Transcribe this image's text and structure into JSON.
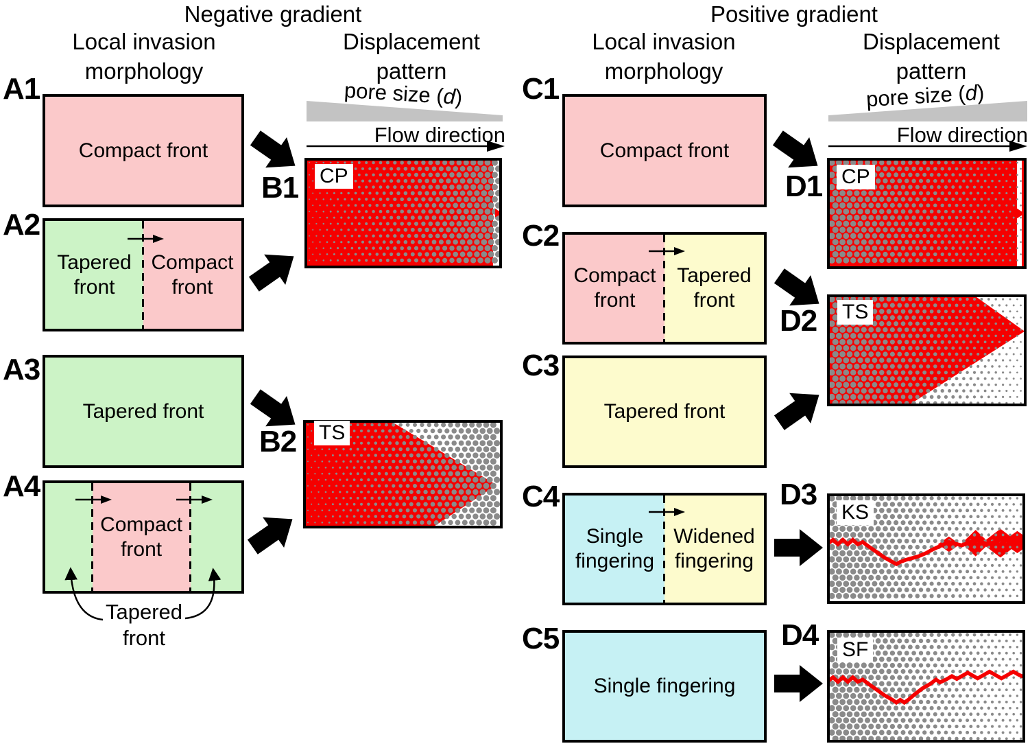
{
  "colors": {
    "compact_pink": "#fbc9ca",
    "tapered_green": "#ccf3c6",
    "tapered_yellow": "#fdfbcd",
    "finger_cyan": "#c6f1f4",
    "invading_red": "#f50000",
    "grain_gray": "#8a8a8a",
    "wedge_gray": "#c3c3c3",
    "text_black": "#000000"
  },
  "left": {
    "title": "Negative gradient",
    "col_morphology": "Local invasion\nmorphology",
    "col_pattern": "Displacement\npattern",
    "pore_prefix": "pore size (",
    "pore_var": "d",
    "pore_suffix": ")",
    "flow_label": "Flow direction"
  },
  "right": {
    "title": "Positive gradient",
    "col_morphology": "Local invasion\nmorphology",
    "col_pattern": "Displacement\npattern",
    "pore_prefix": "pore size (",
    "pore_var": "d",
    "pore_suffix": ")",
    "flow_label": "Flow direction"
  },
  "boxes": {
    "a1": {
      "label": "A1",
      "text": "Compact front"
    },
    "a2": {
      "label": "A2",
      "left_text": "Tapered\nfront",
      "right_text": "Compact\nfront"
    },
    "a3": {
      "label": "A3",
      "text": "Tapered front"
    },
    "a4": {
      "label": "A4",
      "text": "Compact\nfront",
      "annotation": "Tapered\nfront"
    },
    "c1": {
      "label": "C1",
      "text": "Compact front"
    },
    "c2": {
      "label": "C2",
      "left_text": "Compact\nfront",
      "right_text": "Tapered\nfront"
    },
    "c3": {
      "label": "C3",
      "text": "Tapered front"
    },
    "c4": {
      "label": "C4",
      "left_text": "Single\nfingering",
      "right_text": "Widened\nfingering"
    },
    "c5": {
      "label": "C5",
      "text": "Single fingering"
    },
    "b1": {
      "label": "B1"
    },
    "b2": {
      "label": "B2"
    },
    "d1": {
      "label": "D1"
    },
    "d2": {
      "label": "D2"
    },
    "d3": {
      "label": "D3"
    },
    "d4": {
      "label": "D4"
    }
  },
  "pattern_codes": {
    "B1": "CP",
    "B2": "TS",
    "D1": "CP",
    "D2": "TS",
    "D3": "KS",
    "D4": "SF"
  }
}
